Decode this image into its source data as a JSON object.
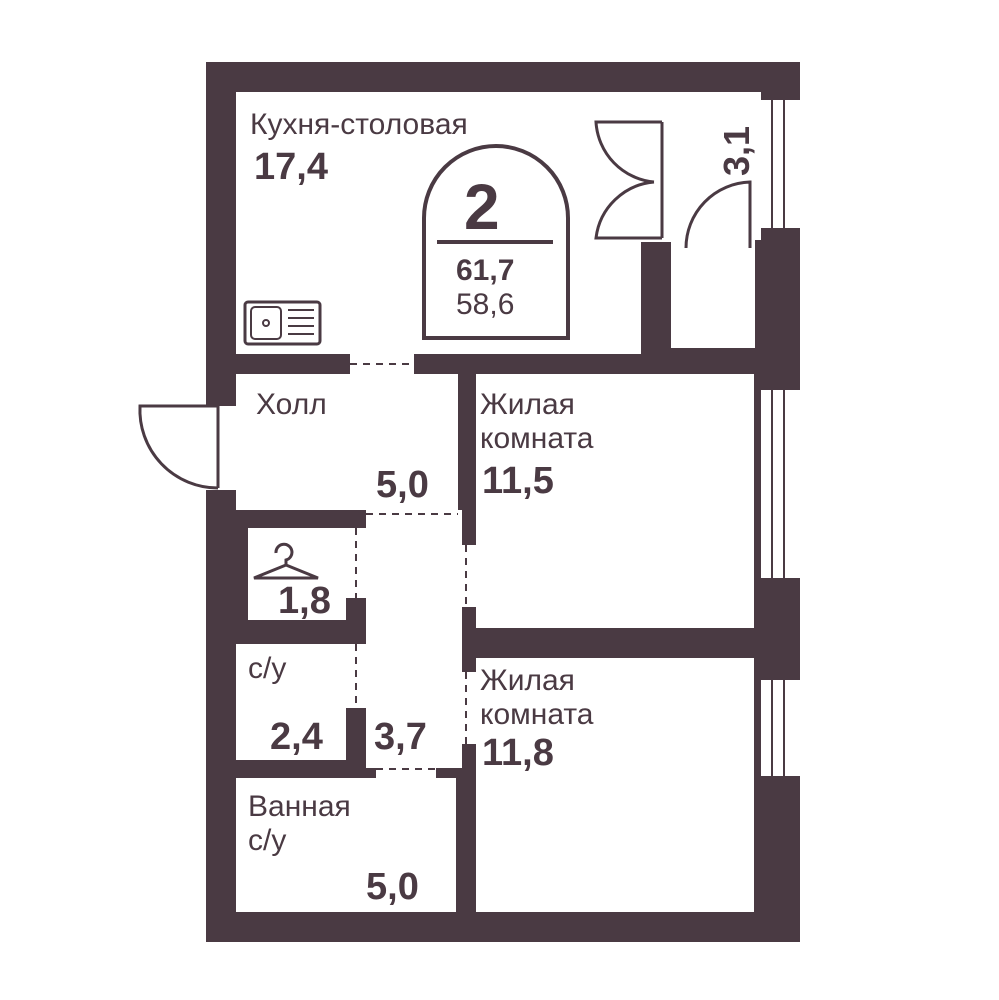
{
  "plan": {
    "rooms_count": "2",
    "total_area": "61,7",
    "living_area": "58,6"
  },
  "rooms": {
    "kitchen": {
      "name": "Кухня-столовая",
      "area": "17,4"
    },
    "hall": {
      "name": "Холл",
      "area": "5,0"
    },
    "living1": {
      "name1": "Жилая",
      "name2": "комната",
      "area": "11,5"
    },
    "living2": {
      "name1": "Жилая",
      "name2": "комната",
      "area": "11,8"
    },
    "wardrobe": {
      "area": "1,8"
    },
    "wc": {
      "name": "с/у",
      "area": "2,4"
    },
    "corridor": {
      "area": "3,7"
    },
    "bath": {
      "name1": "Ванная",
      "name2": "с/у",
      "area": "5,0"
    },
    "balcony": {
      "area": "3,1"
    }
  },
  "colors": {
    "wall": "#4a3a43",
    "background": "#ffffff"
  }
}
